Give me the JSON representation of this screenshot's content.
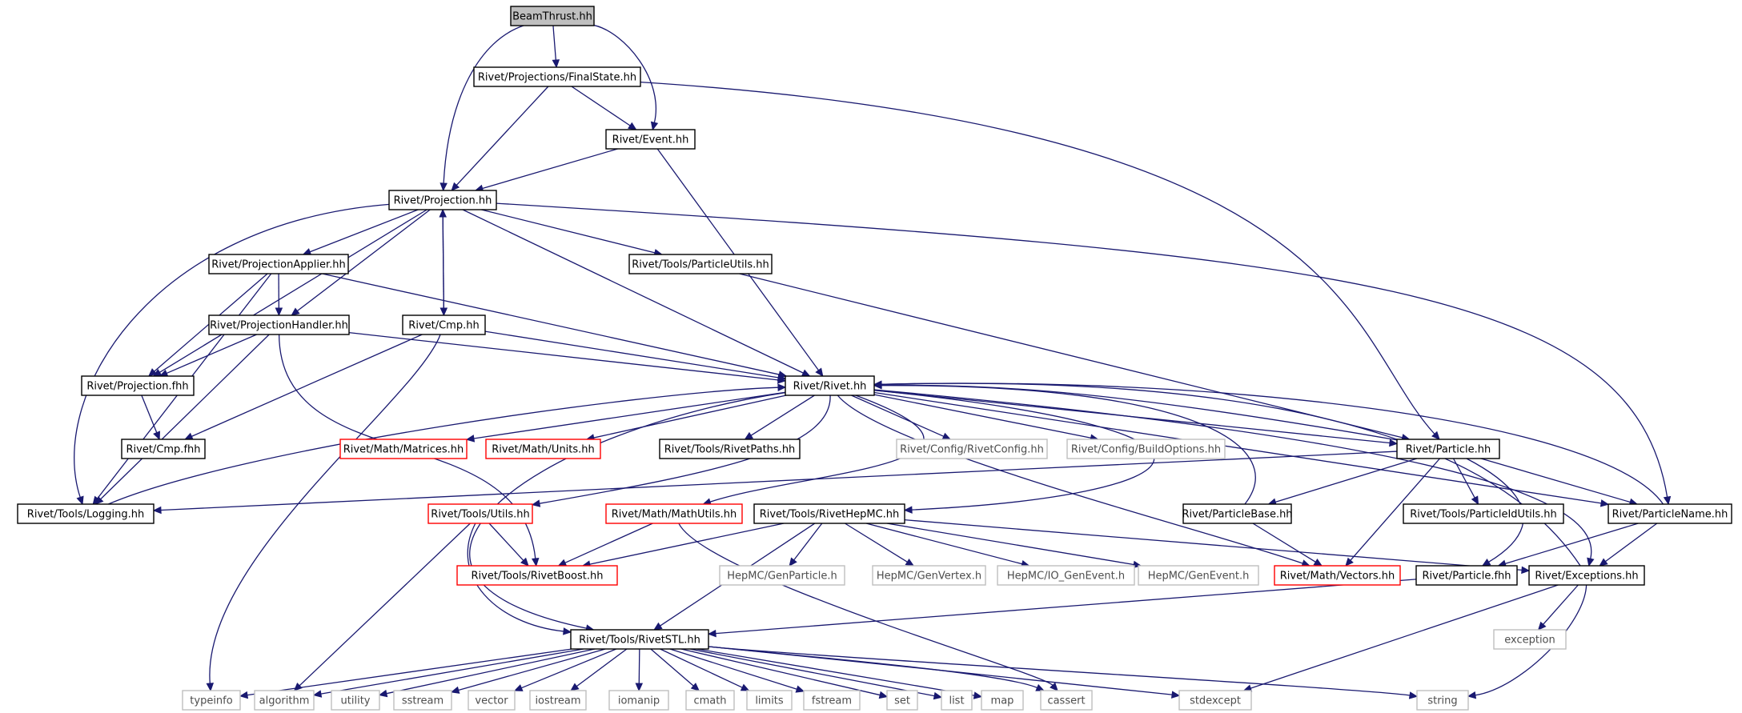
{
  "colors": {
    "edge": "#191970",
    "root_fill": "#bfbfbf",
    "node_fill": "#ffffff",
    "node_border": "#000000",
    "truncated_border": "#ff0000",
    "external_border": "#bfbfbf",
    "external_text": "#4d4d4d"
  },
  "nodes": [
    {
      "id": "beamthrust",
      "label": "BeamThrust.hh",
      "kind": "root"
    },
    {
      "id": "finalstate",
      "label": "Rivet/Projections/FinalState.hh",
      "kind": "normal"
    },
    {
      "id": "event",
      "label": "Rivet/Event.hh",
      "kind": "normal"
    },
    {
      "id": "projection",
      "label": "Rivet/Projection.hh",
      "kind": "normal"
    },
    {
      "id": "projapplier",
      "label": "Rivet/ProjectionApplier.hh",
      "kind": "normal"
    },
    {
      "id": "particleutils",
      "label": "Rivet/Tools/ParticleUtils.hh",
      "kind": "normal"
    },
    {
      "id": "projhandler",
      "label": "Rivet/ProjectionHandler.hh",
      "kind": "normal"
    },
    {
      "id": "cmp",
      "label": "Rivet/Cmp.hh",
      "kind": "normal"
    },
    {
      "id": "projfhh",
      "label": "Rivet/Projection.fhh",
      "kind": "normal"
    },
    {
      "id": "rivet",
      "label": "Rivet/Rivet.hh",
      "kind": "normal"
    },
    {
      "id": "cmpfhh",
      "label": "Rivet/Cmp.fhh",
      "kind": "normal"
    },
    {
      "id": "matrices",
      "label": "Rivet/Math/Matrices.hh",
      "kind": "truncated"
    },
    {
      "id": "units",
      "label": "Rivet/Math/Units.hh",
      "kind": "truncated"
    },
    {
      "id": "rivetpaths",
      "label": "Rivet/Tools/RivetPaths.hh",
      "kind": "normal"
    },
    {
      "id": "rivetconfig",
      "label": "Rivet/Config/RivetConfig.hh",
      "kind": "external"
    },
    {
      "id": "buildoptions",
      "label": "Rivet/Config/BuildOptions.hh",
      "kind": "external"
    },
    {
      "id": "particle",
      "label": "Rivet/Particle.hh",
      "kind": "normal"
    },
    {
      "id": "logging",
      "label": "Rivet/Tools/Logging.hh",
      "kind": "normal"
    },
    {
      "id": "utils",
      "label": "Rivet/Tools/Utils.hh",
      "kind": "truncated"
    },
    {
      "id": "mathutils",
      "label": "Rivet/Math/MathUtils.hh",
      "kind": "truncated"
    },
    {
      "id": "rivethepmc",
      "label": "Rivet/Tools/RivetHepMC.hh",
      "kind": "normal"
    },
    {
      "id": "particlebase",
      "label": "Rivet/ParticleBase.hh",
      "kind": "normal"
    },
    {
      "id": "particleidutils",
      "label": "Rivet/Tools/ParticleIdUtils.hh",
      "kind": "normal"
    },
    {
      "id": "particlename",
      "label": "Rivet/ParticleName.hh",
      "kind": "normal"
    },
    {
      "id": "rivetboost",
      "label": "Rivet/Tools/RivetBoost.hh",
      "kind": "truncated"
    },
    {
      "id": "genparticle",
      "label": "HepMC/GenParticle.h",
      "kind": "external"
    },
    {
      "id": "genvertex",
      "label": "HepMC/GenVertex.h",
      "kind": "external"
    },
    {
      "id": "iogenevent",
      "label": "HepMC/IO_GenEvent.h",
      "kind": "external"
    },
    {
      "id": "genevent",
      "label": "HepMC/GenEvent.h",
      "kind": "external"
    },
    {
      "id": "vectors",
      "label": "Rivet/Math/Vectors.hh",
      "kind": "truncated"
    },
    {
      "id": "particlefhh",
      "label": "Rivet/Particle.fhh",
      "kind": "normal"
    },
    {
      "id": "exceptions",
      "label": "Rivet/Exceptions.hh",
      "kind": "normal"
    },
    {
      "id": "exception",
      "label": "exception",
      "kind": "external"
    },
    {
      "id": "rivetstl",
      "label": "Rivet/Tools/RivetSTL.hh",
      "kind": "normal"
    },
    {
      "id": "typeinfo",
      "label": "typeinfo",
      "kind": "external"
    },
    {
      "id": "algorithm",
      "label": "algorithm",
      "kind": "external"
    },
    {
      "id": "utility",
      "label": "utility",
      "kind": "external"
    },
    {
      "id": "sstream",
      "label": "sstream",
      "kind": "external"
    },
    {
      "id": "vector",
      "label": "vector",
      "kind": "external"
    },
    {
      "id": "iostream",
      "label": "iostream",
      "kind": "external"
    },
    {
      "id": "iomanip",
      "label": "iomanip",
      "kind": "external"
    },
    {
      "id": "cmath",
      "label": "cmath",
      "kind": "external"
    },
    {
      "id": "limits",
      "label": "limits",
      "kind": "external"
    },
    {
      "id": "fstream",
      "label": "fstream",
      "kind": "external"
    },
    {
      "id": "set",
      "label": "set",
      "kind": "external"
    },
    {
      "id": "list",
      "label": "list",
      "kind": "external"
    },
    {
      "id": "map",
      "label": "map",
      "kind": "external"
    },
    {
      "id": "cassert",
      "label": "cassert",
      "kind": "external"
    },
    {
      "id": "stdexcept",
      "label": "stdexcept",
      "kind": "external"
    },
    {
      "id": "string",
      "label": "string",
      "kind": "external"
    }
  ],
  "edges": [
    [
      "beamthrust",
      "finalstate"
    ],
    [
      "beamthrust",
      "projection"
    ],
    [
      "beamthrust",
      "event"
    ],
    [
      "finalstate",
      "event"
    ],
    [
      "finalstate",
      "projection"
    ],
    [
      "finalstate",
      "particle"
    ],
    [
      "event",
      "projection"
    ],
    [
      "event",
      "rivet"
    ],
    [
      "projection",
      "projapplier"
    ],
    [
      "projection",
      "particleutils"
    ],
    [
      "projection",
      "projhandler"
    ],
    [
      "projection",
      "cmp"
    ],
    [
      "projection",
      "projfhh"
    ],
    [
      "projection",
      "logging"
    ],
    [
      "projection",
      "rivet"
    ],
    [
      "projection",
      "particlename"
    ],
    [
      "projapplier",
      "projhandler"
    ],
    [
      "projapplier",
      "projfhh"
    ],
    [
      "projapplier",
      "logging"
    ],
    [
      "projapplier",
      "rivet"
    ],
    [
      "particleutils",
      "particle"
    ],
    [
      "projhandler",
      "projfhh"
    ],
    [
      "projhandler",
      "rivet"
    ],
    [
      "projhandler",
      "logging"
    ],
    [
      "projhandler",
      "rivetboost"
    ],
    [
      "cmp",
      "projection"
    ],
    [
      "cmp",
      "rivet"
    ],
    [
      "cmp",
      "cmpfhh"
    ],
    [
      "cmp",
      "typeinfo"
    ],
    [
      "projfhh",
      "cmpfhh"
    ],
    [
      "rivet",
      "matrices"
    ],
    [
      "rivet",
      "units"
    ],
    [
      "rivet",
      "rivetpaths"
    ],
    [
      "rivet",
      "rivetconfig"
    ],
    [
      "rivet",
      "buildoptions"
    ],
    [
      "rivet",
      "particle"
    ],
    [
      "rivet",
      "utils"
    ],
    [
      "rivet",
      "rivetstl"
    ],
    [
      "rivet",
      "vectors"
    ],
    [
      "rivet",
      "exceptions"
    ],
    [
      "rivet",
      "particlename"
    ],
    [
      "rivet",
      "mathutils"
    ],
    [
      "rivet",
      "rivethepmc"
    ],
    [
      "logging",
      "rivet"
    ],
    [
      "particle",
      "rivet"
    ],
    [
      "particle",
      "logging"
    ],
    [
      "particle",
      "particlebase"
    ],
    [
      "particle",
      "particleidutils"
    ],
    [
      "particle",
      "particlename"
    ],
    [
      "particle",
      "vectors"
    ],
    [
      "particle",
      "particlefhh"
    ],
    [
      "particlebase",
      "rivet"
    ],
    [
      "particlebase",
      "vectors"
    ],
    [
      "particlename",
      "particlefhh"
    ],
    [
      "particlename",
      "exceptions"
    ],
    [
      "particlename",
      "rivet"
    ],
    [
      "utils",
      "rivetboost"
    ],
    [
      "utils",
      "rivetstl"
    ],
    [
      "utils",
      "algorithm"
    ],
    [
      "mathutils",
      "rivetboost"
    ],
    [
      "mathutils",
      "cassert"
    ],
    [
      "rivethepmc",
      "rivetboost"
    ],
    [
      "rivethepmc",
      "genparticle"
    ],
    [
      "rivethepmc",
      "genvertex"
    ],
    [
      "rivethepmc",
      "iogenevent"
    ],
    [
      "rivethepmc",
      "genevent"
    ],
    [
      "rivethepmc",
      "rivetstl"
    ],
    [
      "rivethepmc",
      "exceptions"
    ],
    [
      "exceptions",
      "rivet"
    ],
    [
      "exceptions",
      "exception"
    ],
    [
      "exceptions",
      "stdexcept"
    ],
    [
      "exceptions",
      "string"
    ],
    [
      "particlefhh",
      "rivetstl"
    ],
    [
      "rivetstl",
      "typeinfo"
    ],
    [
      "rivetstl",
      "algorithm"
    ],
    [
      "rivetstl",
      "utility"
    ],
    [
      "rivetstl",
      "sstream"
    ],
    [
      "rivetstl",
      "vector"
    ],
    [
      "rivetstl",
      "iostream"
    ],
    [
      "rivetstl",
      "iomanip"
    ],
    [
      "rivetstl",
      "cmath"
    ],
    [
      "rivetstl",
      "limits"
    ],
    [
      "rivetstl",
      "fstream"
    ],
    [
      "rivetstl",
      "set"
    ],
    [
      "rivetstl",
      "list"
    ],
    [
      "rivetstl",
      "map"
    ],
    [
      "rivetstl",
      "cassert"
    ],
    [
      "rivetstl",
      "stdexcept"
    ],
    [
      "rivetstl",
      "string"
    ]
  ]
}
